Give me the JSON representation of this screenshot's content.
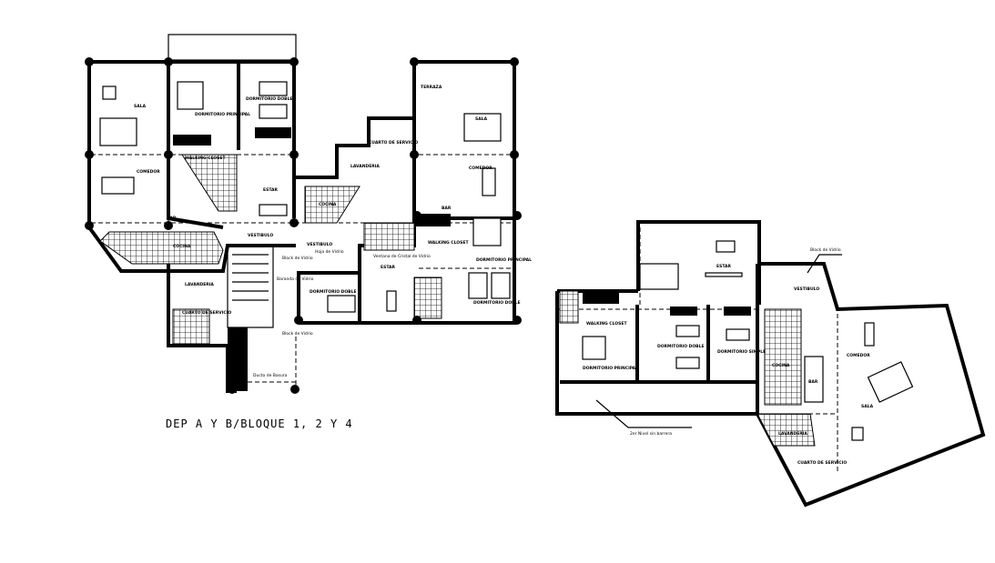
{
  "title": "DEP A Y B/BLOQUE 1, 2 Y 4",
  "plan_a": {
    "rooms": {
      "sala_1": "SALA",
      "dorm_principal_1": "DORMITORIO PRINCIPAL",
      "dorm_doble_1": "DORMITORIO DOBLE",
      "walking_closet_1": "WALKING CLOSET",
      "comedor_1": "COMEDOR",
      "estar_1": "ESTAR",
      "bar_1": "BAR",
      "vestibulo_1": "VESTIBULO",
      "cocina_1": "COCINA",
      "lavanderia_1": "LAVANDERIA",
      "cuarto_servicio_1": "CUARTO DE SERVICIO",
      "terraza_2": "TERRAZA",
      "sala_2": "SALA",
      "comedor_2": "COMEDOR",
      "bar_2": "BAR",
      "cuarto_servicio_2": "CUARTO DE SERVICIO",
      "lavanderia_2": "LAVANDERIA",
      "cocina_2": "COCINA",
      "walking_closet_2": "WALKING CLOSET",
      "dorm_principal_2": "DORMITORIO PRINCIPAL",
      "dorm_doble_2": "DORMITORIO DOBLE",
      "dorm_doble_3": "DORMITORIO DOBLE",
      "vestibulo_2": "VESTIBULO",
      "estar_2": "ESTAR"
    },
    "notes": {
      "block_vidrio_1": "Block de Vidrio",
      "block_vidrio_2": "Block de Vidrio",
      "ducto_basura": "Ducto de Basura",
      "ventana_cristal": "Ventana de Cristal de Vidrio",
      "hoja_vidrio": "Hoja de Vidrio",
      "baranda": "Baranda de Vidrio"
    }
  },
  "plan_b": {
    "rooms": {
      "estar": "ESTAR",
      "vestibulo": "VESTIBULO",
      "walking_closet": "WALKING CLOSET",
      "dorm_principal": "DORMITORIO PRINCIPAL",
      "dorm_doble": "DORMITORIO DOBLE",
      "dorm_simple": "DORMITORIO SIMPLE",
      "cocina": "COCINA",
      "bar": "BAR",
      "comedor": "COMEDOR",
      "sala": "SALA",
      "lavanderia": "LAVANDERIA",
      "cuarto_servicio": "CUARTO DE SERVICIO"
    },
    "notes": {
      "block_vidrio": "Block de Vidrio",
      "nivel": "2er Nivel sin barrera"
    }
  }
}
